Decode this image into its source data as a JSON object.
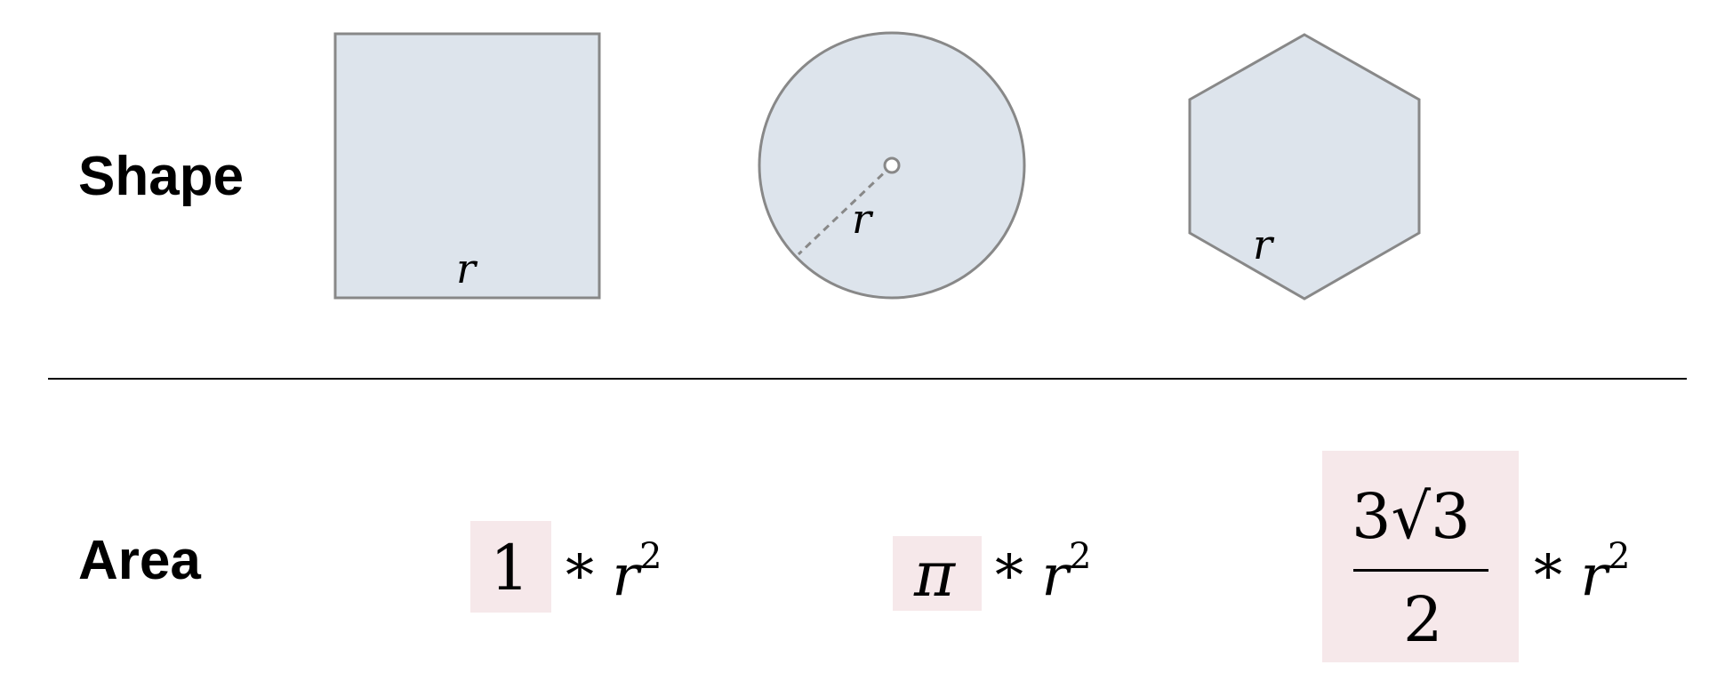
{
  "rows": {
    "shape_label": "Shape",
    "area_label": "Area"
  },
  "shapes": [
    {
      "name": "square",
      "radius_label": "r"
    },
    {
      "name": "circle",
      "radius_label": "r"
    },
    {
      "name": "hexagon",
      "radius_label": "r"
    }
  ],
  "areas": [
    {
      "shape": "square",
      "coefficient": "1",
      "operator": "*",
      "variable": "r",
      "exponent": "2"
    },
    {
      "shape": "circle",
      "coefficient": "π",
      "operator": "*",
      "variable": "r",
      "exponent": "2"
    },
    {
      "shape": "hexagon",
      "coefficient_numerator": "3√3",
      "coefficient_denominator": "2",
      "operator": "*",
      "variable": "r",
      "exponent": "2"
    }
  ],
  "colors": {
    "shape_fill": "#dde4ec",
    "shape_stroke": "#888888",
    "coefficient_highlight": "#f6e8ea",
    "text": "#000000"
  }
}
